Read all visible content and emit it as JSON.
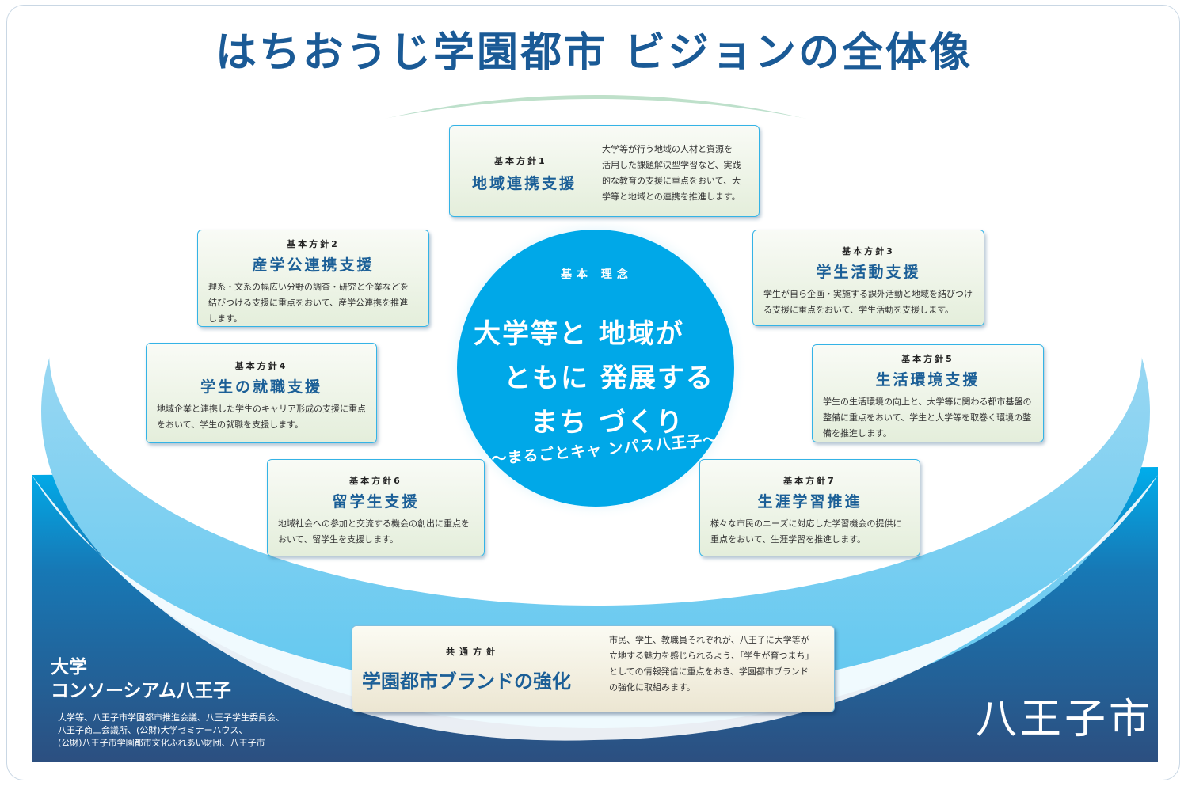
{
  "title": "はちおうじ学園都市 ビジョンの全体像",
  "philosophy": {
    "label": "基本 理念",
    "line1": "大学等と 地域が",
    "line2": "ともに 発展する",
    "line3": "まち づくり",
    "subtitle": "〜まるごとキャ ンパス八王子〜"
  },
  "policies": [
    {
      "label": "基本方針1",
      "title": "地域連携支援",
      "text": [
        "大学等が行う地域の人材と資源を",
        "活用した課題解決型学習など、実践",
        "的な教育の支援に重点をおいて、大",
        "学等と地域との連携を推進します。"
      ]
    },
    {
      "label": "基本方針2",
      "title": "産学公連携支援",
      "text": [
        "理系・文系の幅広い分野の調査・研究と企業などを",
        "結びつける支援に重点をおいて、産学公連携を推進",
        "します。"
      ]
    },
    {
      "label": "基本方針3",
      "title": "学生活動支援",
      "text": [
        "学生が自ら企画・実施する課外活動と地域を結びつけ",
        "る支援に重点をおいて、学生活動を支援します。"
      ]
    },
    {
      "label": "基本方針4",
      "title": "学生の就職支援",
      "text": [
        "地域企業と連携した学生のキャリア形成の支援に重点",
        "をおいて、学生の就職を支援します。"
      ]
    },
    {
      "label": "基本方針5",
      "title": "生活環境支援",
      "text": [
        "学生の生活環境の向上と、大学等に関わる都市基盤の",
        "整備に重点をおいて、学生と大学等を取巻く環境の整",
        "備を推進します。"
      ]
    },
    {
      "label": "基本方針6",
      "title": "留学生支援",
      "text": [
        "地域社会への参加と交流する機会の創出に重点を",
        "おいて、留学生を支援します。"
      ]
    },
    {
      "label": "基本方針7",
      "title": "生涯学習推進",
      "text": [
        "様々な市民のニーズに対応した学習機会の提供に",
        "重点をおいて、生涯学習を推進します。"
      ]
    }
  ],
  "common_policy": {
    "label": "共通方針",
    "title": "学園都市ブランドの強化",
    "text": [
      "市民、学生、教職員それぞれが、八王子に大学等が",
      "立地する魅力を感じられるよう、「学生が育つまち」",
      "としての情報発信に重点をおき、学園都市ブランド",
      "の強化に取組みます。"
    ]
  },
  "consortium": {
    "name_line1": "大学",
    "name_line2": "コンソーシアム八王子",
    "members": [
      "大学等、八王子市学園都市推進会議、八王子学生委員会、",
      "八王子商工会議所、(公財)大学セミナーハウス、",
      "(公財)八王子市学園都市文化ふれあい財団、八王子市"
    ]
  },
  "city": "八王子市",
  "colors": {
    "title": "#1a5a96",
    "accent_blue": "#00a5e3",
    "dark_navy": "#2b4f82",
    "card_border": "#34b3e6",
    "underline_red": "#d52b2b"
  }
}
